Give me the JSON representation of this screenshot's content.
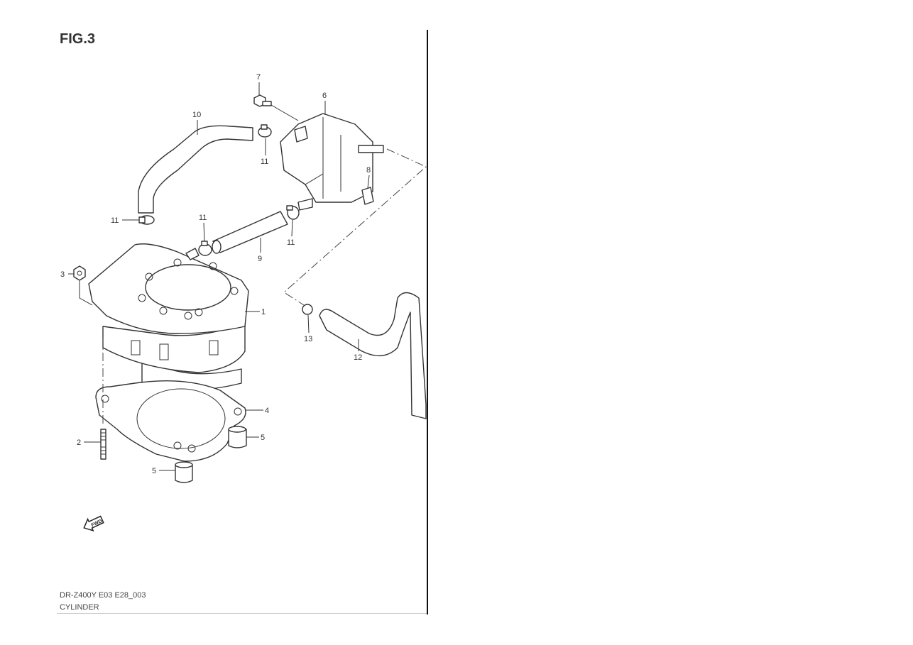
{
  "figure": {
    "title": "FIG.3",
    "model_code": "DR-Z400Y E03 E28_003",
    "name": "CYLINDER"
  },
  "callouts": [
    {
      "part": "7"
    },
    {
      "part": "6"
    },
    {
      "part": "10"
    },
    {
      "part": "11"
    },
    {
      "part": "8"
    },
    {
      "part": "11"
    },
    {
      "part": "11"
    },
    {
      "part": "11"
    },
    {
      "part": "9"
    },
    {
      "part": "3"
    },
    {
      "part": "1"
    },
    {
      "part": "13"
    },
    {
      "part": "12"
    },
    {
      "part": "4"
    },
    {
      "part": "5"
    },
    {
      "part": "2"
    },
    {
      "part": "5"
    }
  ],
  "fwd_arrow": {
    "text": "FWD",
    "icon": "forward-arrow-icon"
  }
}
